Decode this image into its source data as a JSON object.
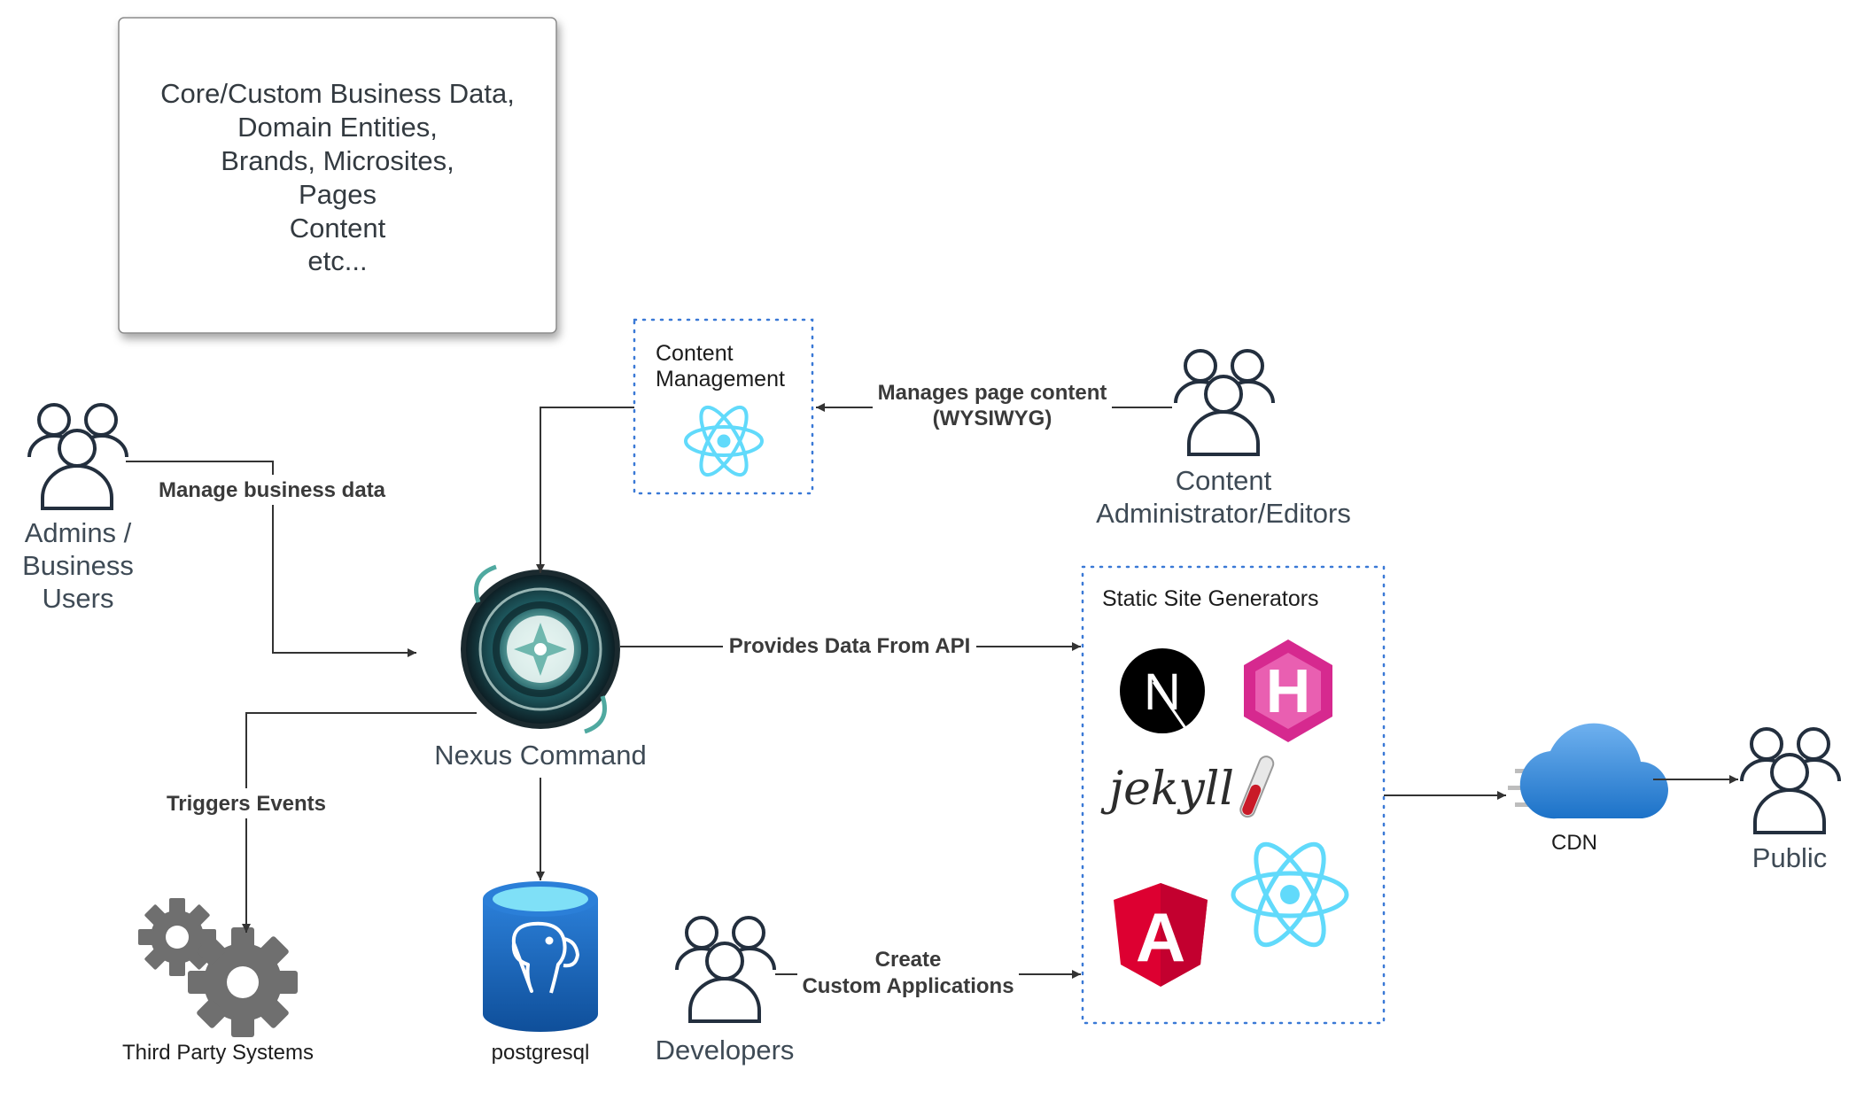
{
  "note": {
    "lines": [
      "Core/Custom Business Data,",
      "Domain Entities,",
      "Brands, Microsites,",
      "Pages",
      "Content",
      "etc..."
    ]
  },
  "content_management": {
    "title_line1": "Content",
    "title_line2": "Management",
    "icon": "react-icon"
  },
  "actors": {
    "admins": {
      "line1": "Admins /",
      "line2": "Business",
      "line3": "Users"
    },
    "content_admins": {
      "line1": "Content",
      "line2": "Administrator/Editors"
    },
    "developers": {
      "label": "Developers"
    },
    "public": {
      "label": "Public"
    }
  },
  "nexus": {
    "label": "Nexus Command"
  },
  "database": {
    "label": "postgresql"
  },
  "third_party": {
    "label": "Third Party Systems"
  },
  "cdn": {
    "label": "CDN"
  },
  "ssg": {
    "title": "Static Site Generators",
    "logos": [
      "nextjs-logo",
      "hugo-logo",
      "jekyll-logo",
      "angular-logo",
      "react-logo"
    ],
    "hugo_letter": "H",
    "next_letter": "N",
    "jekyll_word": "jekyll",
    "angular_letter": "A"
  },
  "edges": {
    "manage_business": "Manage business data",
    "manages_page_line1": "Manages page content",
    "manages_page_line2": "(WYSIWYG)",
    "provides_data": "Provides Data From API",
    "triggers_events": "Triggers Events",
    "create_line1": "Create",
    "create_line2": "Custom Applications"
  },
  "colors": {
    "react": "#61dafb",
    "hugo": "#d6298f",
    "angular": "#dd0031",
    "cdn": "#2f86d6",
    "postgres": "#1e6bc4",
    "actor_stroke": "#232f3e",
    "gear": "#6f6f6f"
  }
}
